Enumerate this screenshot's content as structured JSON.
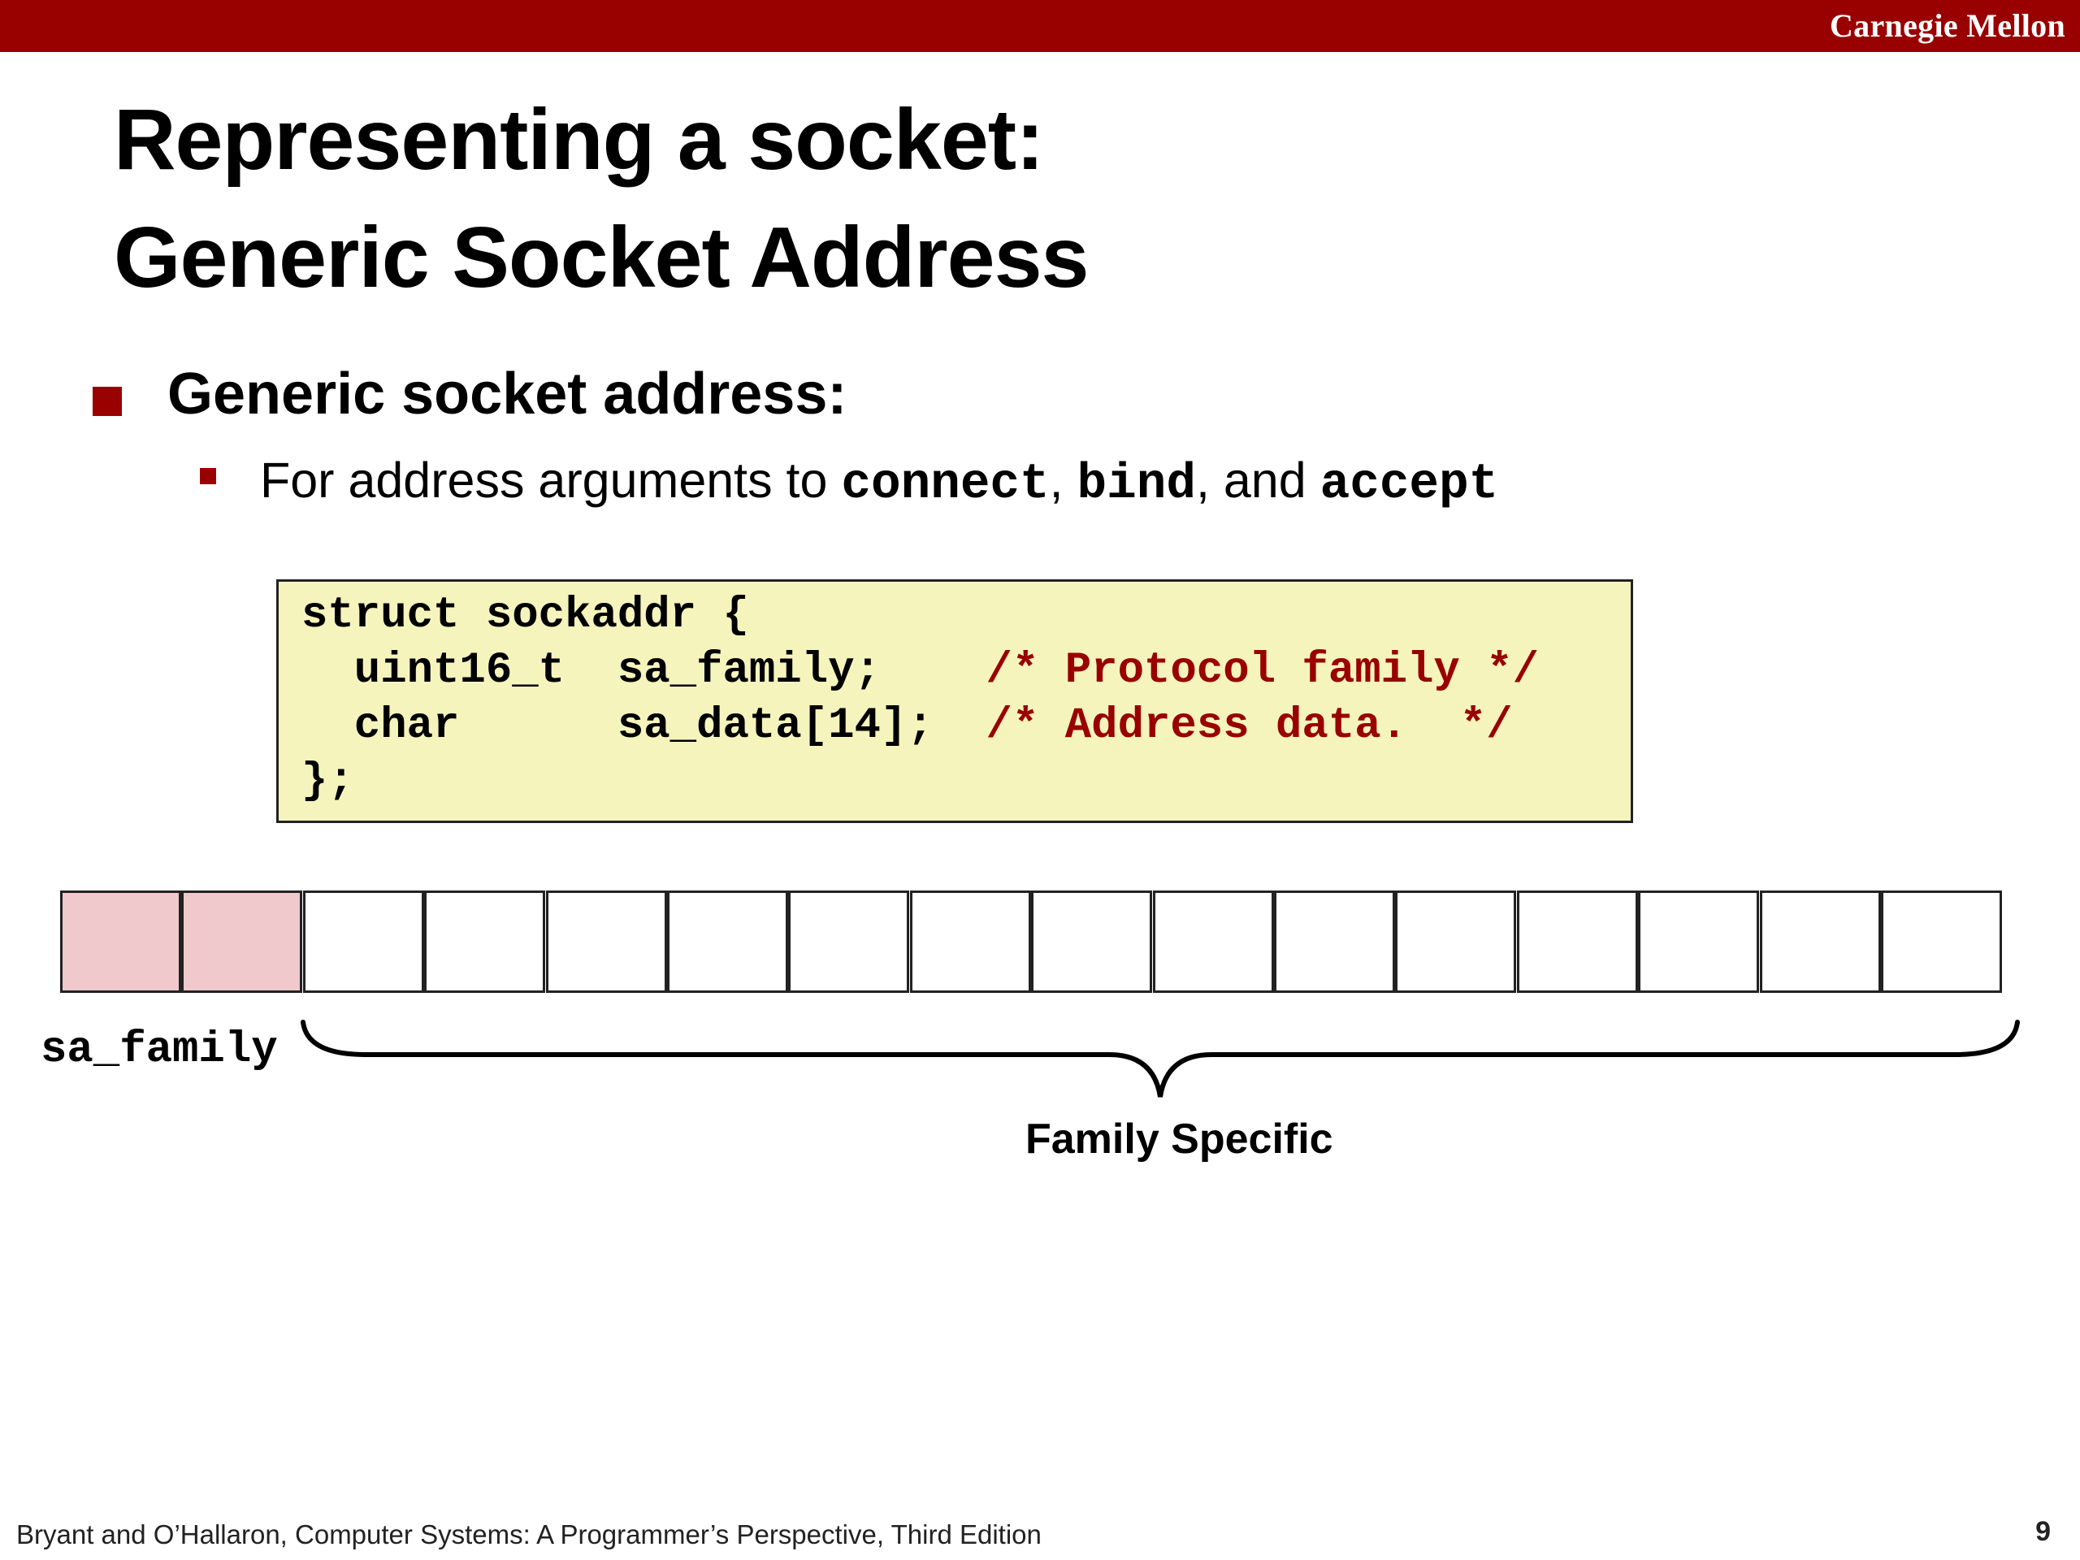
{
  "header": {
    "brand": "Carnegie Mellon"
  },
  "title": {
    "line1": "Representing a socket:",
    "line2": "Generic Socket Address"
  },
  "bullets": {
    "level1": "Generic socket address:",
    "level2": {
      "prefix": "For address arguments to ",
      "code1": "connect",
      "sep1": ", ",
      "code2": "bind",
      "sep2": ", and ",
      "code3": "accept"
    }
  },
  "code": {
    "line1": "struct sockaddr {",
    "line2_code": "  uint16_t  sa_family;    ",
    "line2_comment": "/* Protocol family */",
    "line3_code": "  char      sa_data[14];  ",
    "line3_comment": "/* Address data.  */",
    "line4": "};"
  },
  "diagram": {
    "byte_count": 16,
    "family_bytes": 2,
    "family_label": "sa_family",
    "specific_label": "Family Specific",
    "family_color": "#efc9cc"
  },
  "footer": {
    "citation": "Bryant and O’Hallaron, Computer Systems: A Programmer’s Perspective, Third Edition",
    "page": "9"
  },
  "colors": {
    "accent": "#990000",
    "code_bg": "#f6f4bd"
  }
}
